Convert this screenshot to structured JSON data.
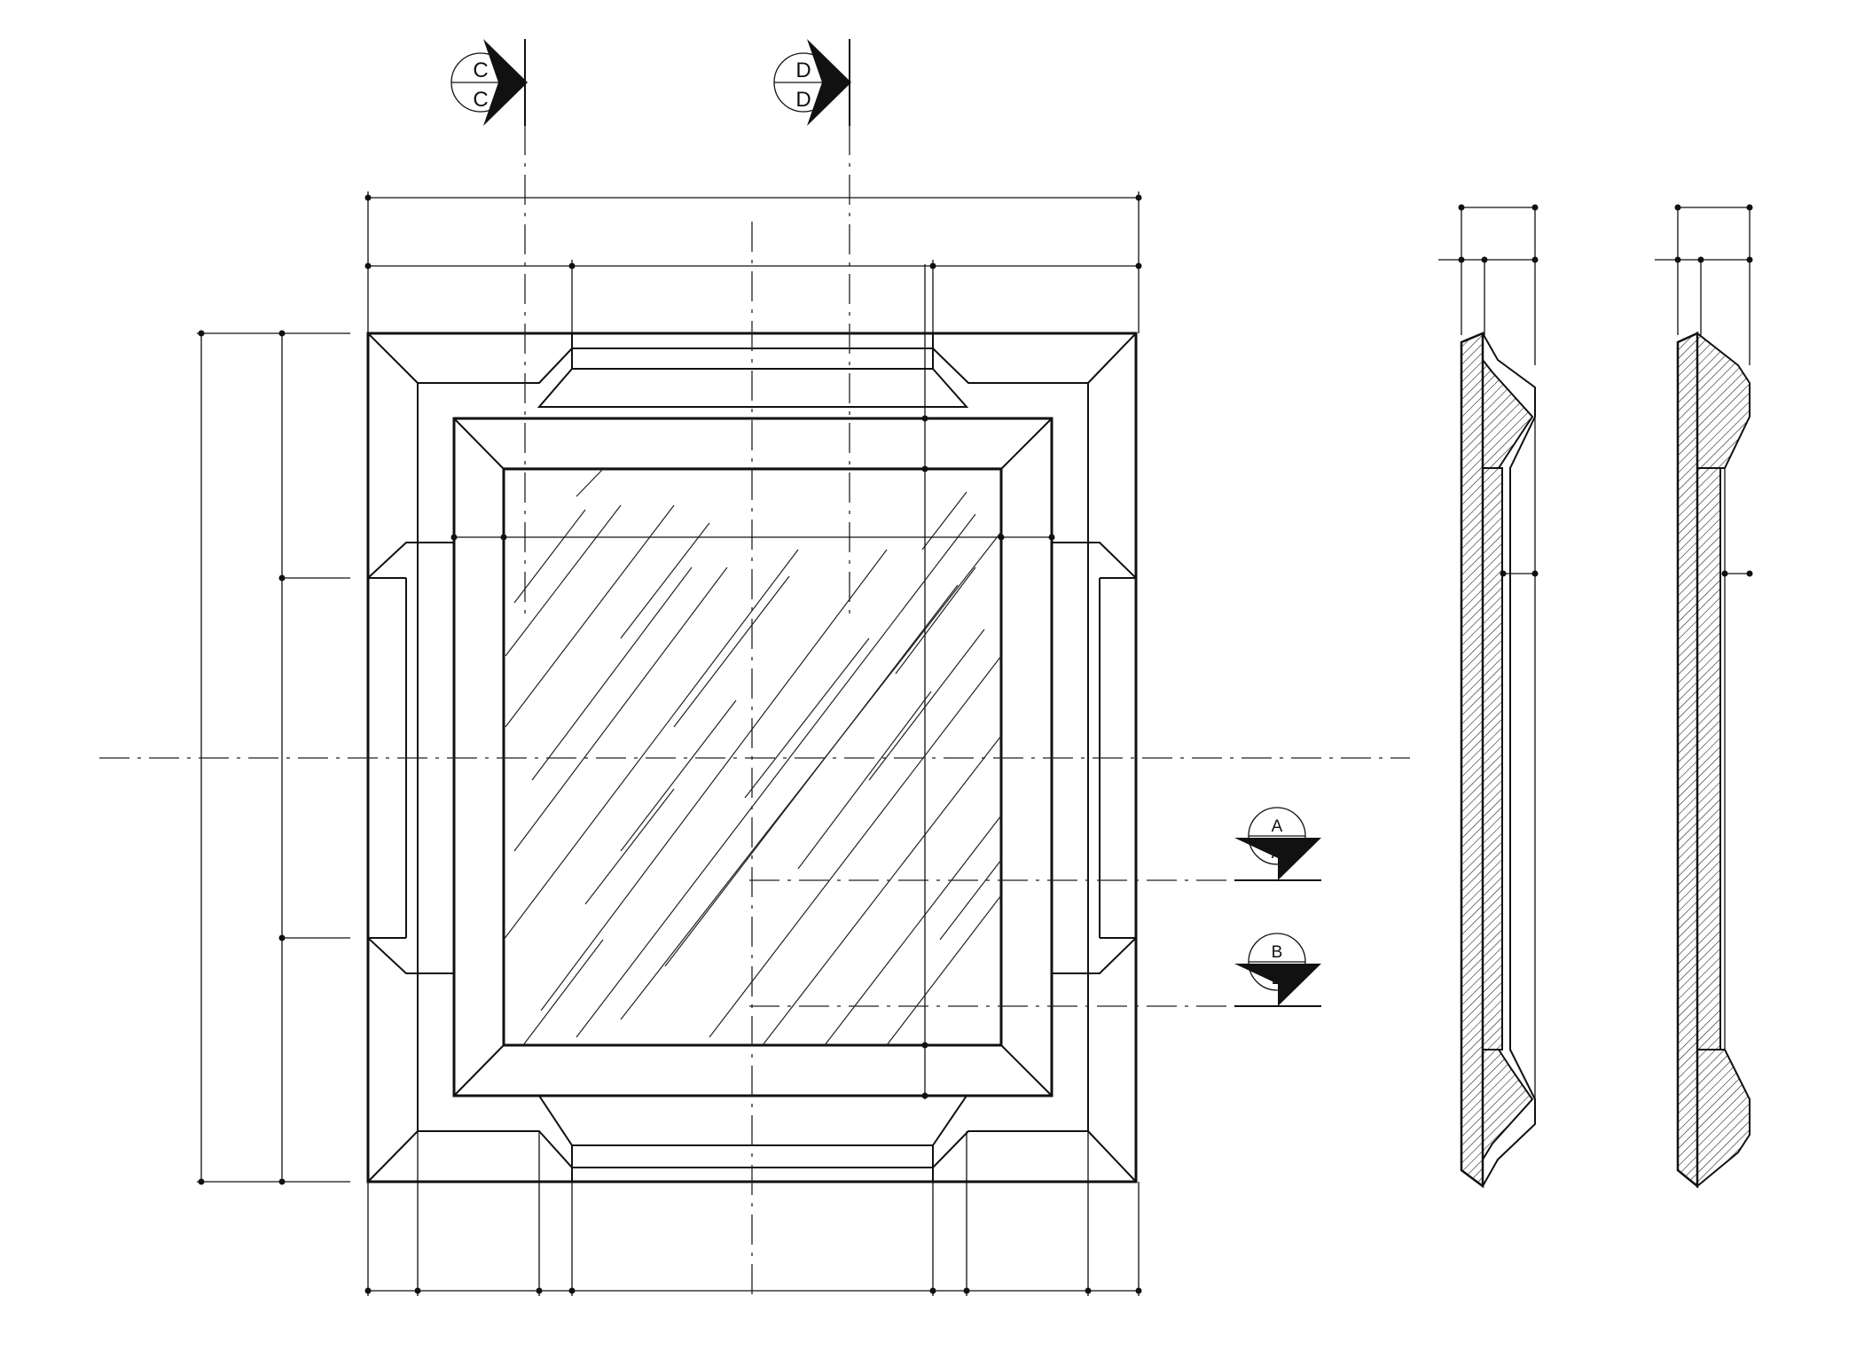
{
  "section_markers": [
    {
      "id": "C",
      "top": "C",
      "bottom": "C"
    },
    {
      "id": "D",
      "top": "D",
      "bottom": "D"
    },
    {
      "id": "A",
      "top": "A",
      "bottom": "A"
    },
    {
      "id": "B",
      "top": "B",
      "bottom": "B"
    }
  ],
  "views": [
    "front-elevation",
    "section-profile-1",
    "section-profile-2"
  ],
  "colors": {
    "line": "#111111",
    "background": "#ffffff"
  },
  "hatch": "diagonal"
}
